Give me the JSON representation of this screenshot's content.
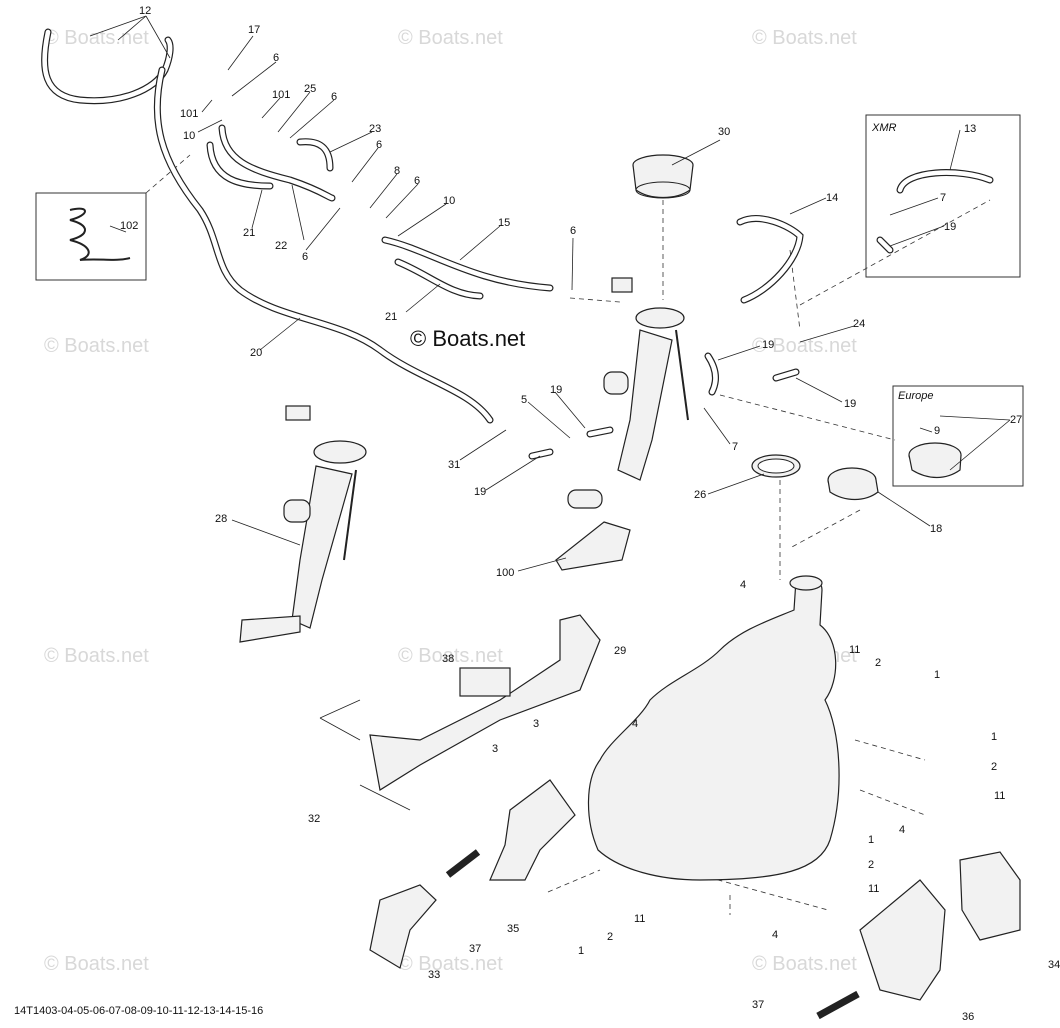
{
  "watermark": "© Boats.net",
  "brand_mark": "© Boats.net",
  "drawing_code": "14T1403-04-05-06-07-08-09-10-11-12-13-14-15-16",
  "inset_xmr": "XMR",
  "inset_europe": "Europe",
  "callouts": {
    "c12": "12",
    "c17": "17",
    "c6a": "6",
    "c101a": "101",
    "c10a": "10",
    "c101b": "101",
    "c25": "25",
    "c6b": "6",
    "c23": "23",
    "c6c": "6",
    "c8": "8",
    "c6d": "6",
    "c10b": "10",
    "c102": "102",
    "c21a": "21",
    "c22": "22",
    "c6e": "6",
    "c15": "15",
    "c6f": "6",
    "c21b": "21",
    "c30": "30",
    "c14": "14",
    "c13": "13",
    "c7a": "7",
    "c19a": "19",
    "c24": "24",
    "c19b": "19",
    "c19c": "19",
    "c27": "27",
    "c9": "9",
    "c20": "20",
    "c19d": "19",
    "c5": "5",
    "c31": "31",
    "c19e": "19",
    "c7b": "7",
    "c26": "26",
    "c18": "18",
    "c28": "28",
    "c100": "100",
    "c4a": "4",
    "c29": "29",
    "c11a": "11",
    "c2a": "2",
    "c1a": "1",
    "c38": "38",
    "c3a": "3",
    "c4b": "4",
    "c3b": "3",
    "c1b": "1",
    "c2b": "2",
    "c11b": "11",
    "c32": "32",
    "c4c": "4",
    "c1c": "1",
    "c2c": "2",
    "c11c": "11",
    "c35": "35",
    "c37a": "37",
    "c11d": "11",
    "c2d": "2",
    "c1d": "1",
    "c4d": "4",
    "c33": "33",
    "c37b": "37",
    "c36": "36",
    "c34": "34"
  }
}
